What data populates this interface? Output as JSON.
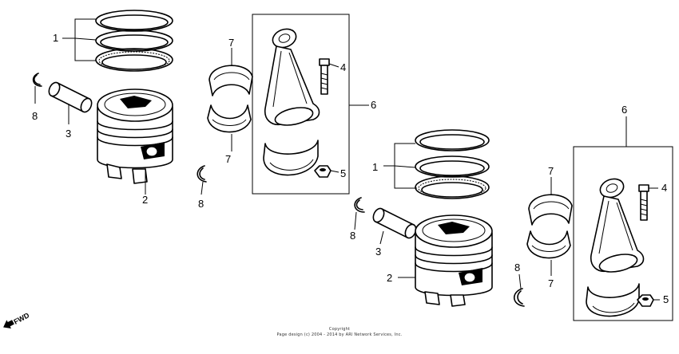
{
  "callouts": {
    "ring_set": "1",
    "piston": "2",
    "piston_pin": "3",
    "conrod_bolt": "4",
    "conrod_nut": "5",
    "connecting_rod": "6",
    "rod_bearing": "7",
    "pin_clip": "8"
  },
  "direction": {
    "label": "FWD",
    "icon": "arrow-left-icon"
  },
  "footer": {
    "line1": "Copyright",
    "line2": "Page design (c) 2004 - 2014 by ARI Network Services, Inc."
  }
}
